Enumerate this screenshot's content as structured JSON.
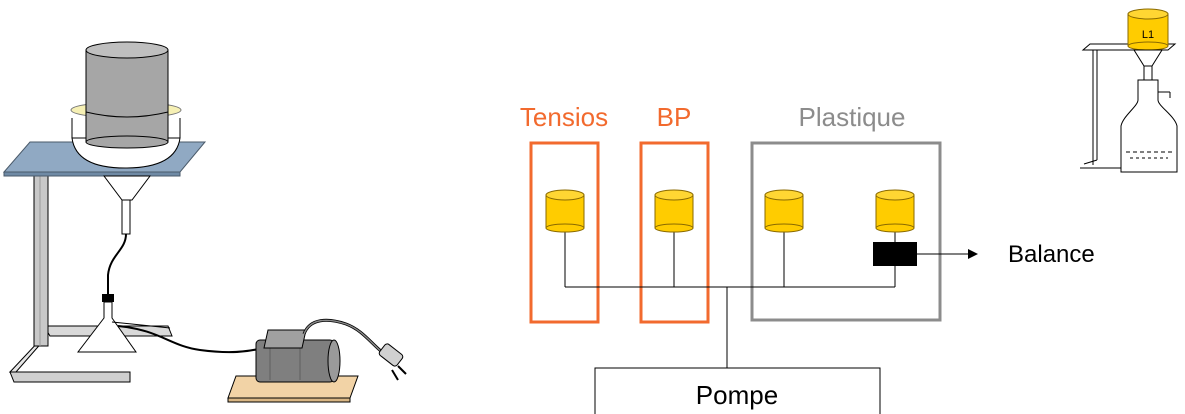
{
  "labels": {
    "group_tensios": "Tensios",
    "group_bp": "BP",
    "group_plastique": "Plastique",
    "balance": "Balance",
    "pump": "Pompe",
    "cup_l1": "L1"
  },
  "colors": {
    "orange": "#F26A2E",
    "gray": "#8C8C8C",
    "cup_yellow": "#FFCC00",
    "cup_outline": "#8A6A00",
    "black": "#000000",
    "tray_blue": "#90A9C3",
    "cylinder_gray": "#A6A6A6",
    "ring_yellow": "#F6F0B4",
    "wood_tan": "#F2D3A6",
    "motor_gray": "#7F7F7F"
  },
  "icons": {
    "stand_apparatus": "filtration-stand-icon",
    "motor": "electric-motor-icon",
    "plug": "power-plug-icon",
    "flask_stand": "vacuum-flask-icon",
    "cup": "sample-cup-icon",
    "balance_block": "balance-block-icon"
  }
}
